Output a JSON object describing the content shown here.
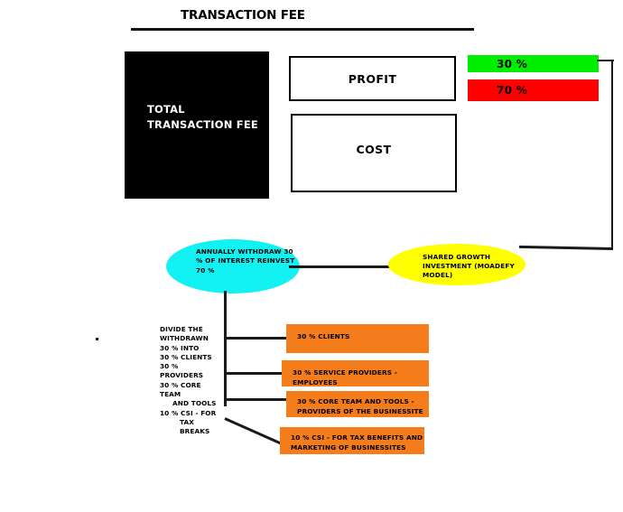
{
  "title": "TRANSACTION FEE",
  "boxes": {
    "total_fee": "TOTAL TRANSACTION FEE",
    "profit": "PROFIT",
    "cost": "COST",
    "profit_pct": "30 %",
    "cost_pct": "70 %"
  },
  "nodes": {
    "annual": "ANNUALLY WITHDRAW 30 % OF INTEREST REINVEST 70 %",
    "shared_growth": "SHARED GROWTH INVESTMENT (MOADEFY MODEL)"
  },
  "division_note": {
    "line1": "DIVIDE THE",
    "line2": "WITHDRAWN",
    "line3": "30 % INTO",
    "line4": "30 % CLIENTS",
    "line5": "30 % PROVIDERS",
    "line6": "30 % CORE TEAM",
    "line7": "AND TOOLS",
    "line8": "10 % CSI - FOR",
    "line9": "TAX BREAKS"
  },
  "allocations": [
    {
      "label": "30 % CLIENTS"
    },
    {
      "label": "30 % SERVICE PROVIDERS - EMPLOYEES"
    },
    {
      "label": "30 % CORE TEAM AND TOOLS - PROVIDERS OF THE BUSINESSITE"
    },
    {
      "label": "10 % CSI - FOR TAX BENEFITS AND MARKETING OF BUSINESSITES"
    }
  ],
  "colors": {
    "black": "#000000",
    "green": "#00ef00",
    "red": "#fe0000",
    "cyan": "#12f2f2",
    "yellow": "#ffff00",
    "orange": "#f57c1a"
  }
}
